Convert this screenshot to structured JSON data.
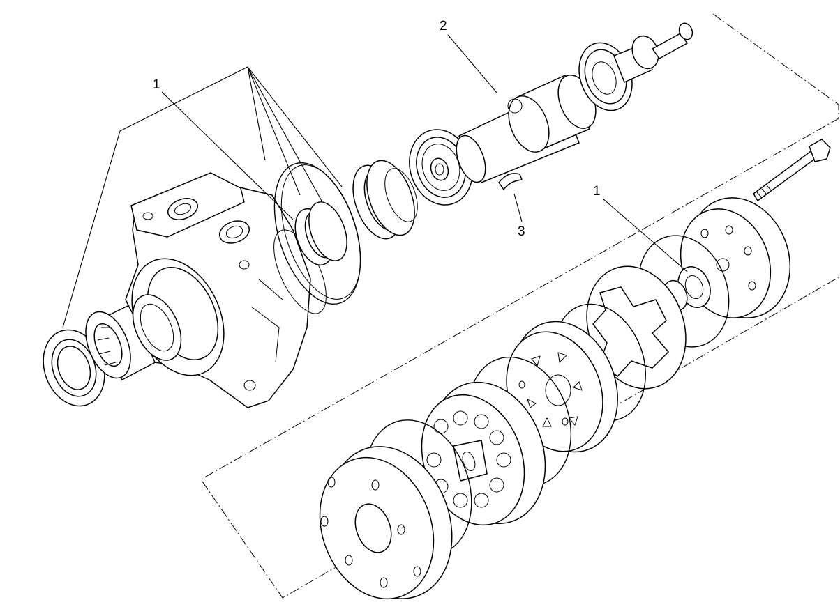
{
  "callouts": {
    "left_one": "1",
    "top_two": "2",
    "middle_three": "3",
    "right_one": "1"
  }
}
